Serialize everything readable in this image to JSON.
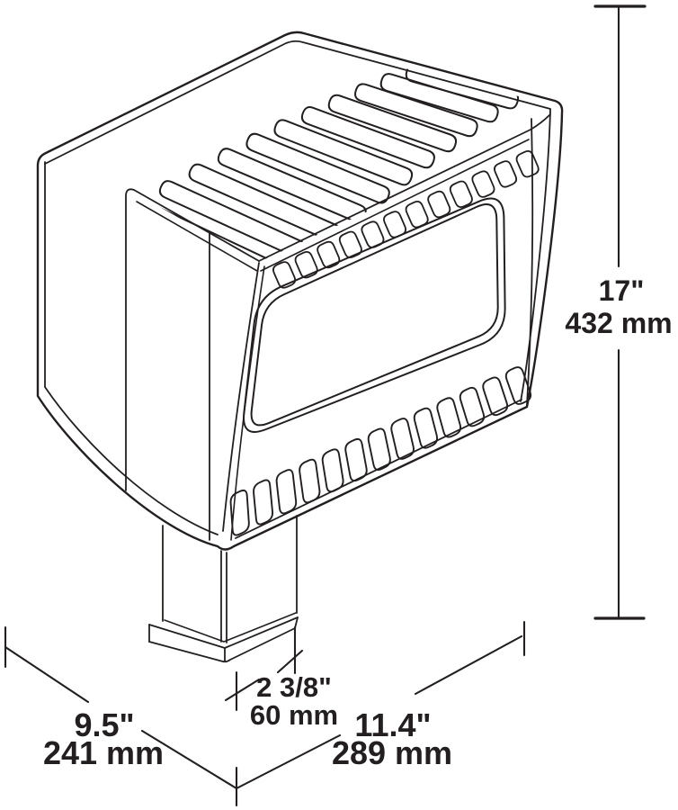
{
  "figure": {
    "name": "floodlight-isometric-dimension-drawing",
    "line_color": "#231f20"
  },
  "dimensions": {
    "height": {
      "in": "17\"",
      "mm": "432 mm"
    },
    "depth": {
      "in": "9.5\"",
      "mm": "241 mm"
    },
    "width": {
      "in": "11.4\"",
      "mm": "289 mm"
    },
    "mount": {
      "in": "2 3/8\"",
      "mm": "60 mm"
    }
  }
}
